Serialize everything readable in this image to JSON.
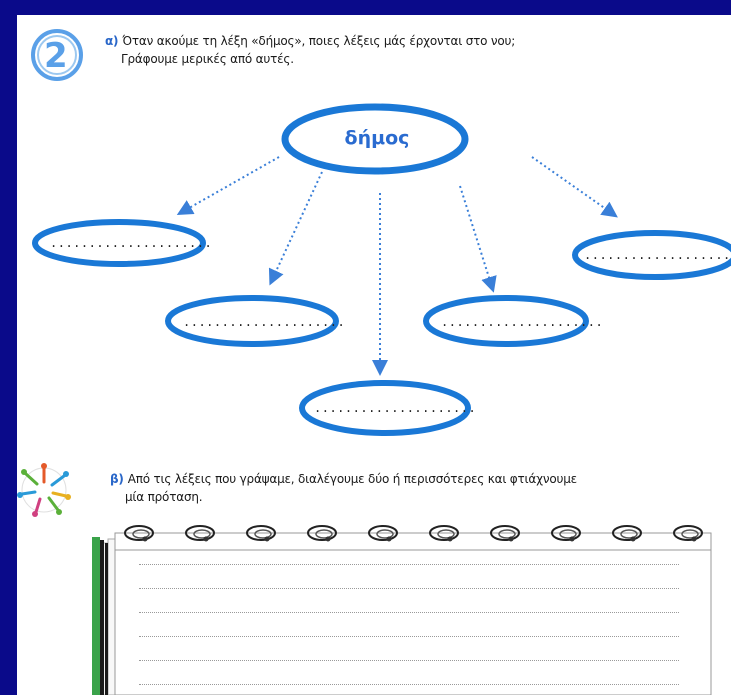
{
  "task_number": "2",
  "part_a": {
    "label": "α)",
    "line1": "Όταν ακούμε τη λέξη «δήμος», ποιες λέξεις μάς έρχονται στο νου;",
    "line2": "Γράφουμε μερικές από αυτές."
  },
  "center_word": "δήμος",
  "blank_fill": ".....................",
  "part_b": {
    "label": "β)",
    "line1": "Από τις λέξεις που γράψαμε, διαλέγουμε δύο ή περισσότερες και φτιάχνουμε",
    "line2": "μία πρόταση."
  },
  "colors": {
    "background": "#0a0a8a",
    "accent_blue": "#2a6bd0",
    "notebook_green": "#3aa34a"
  }
}
